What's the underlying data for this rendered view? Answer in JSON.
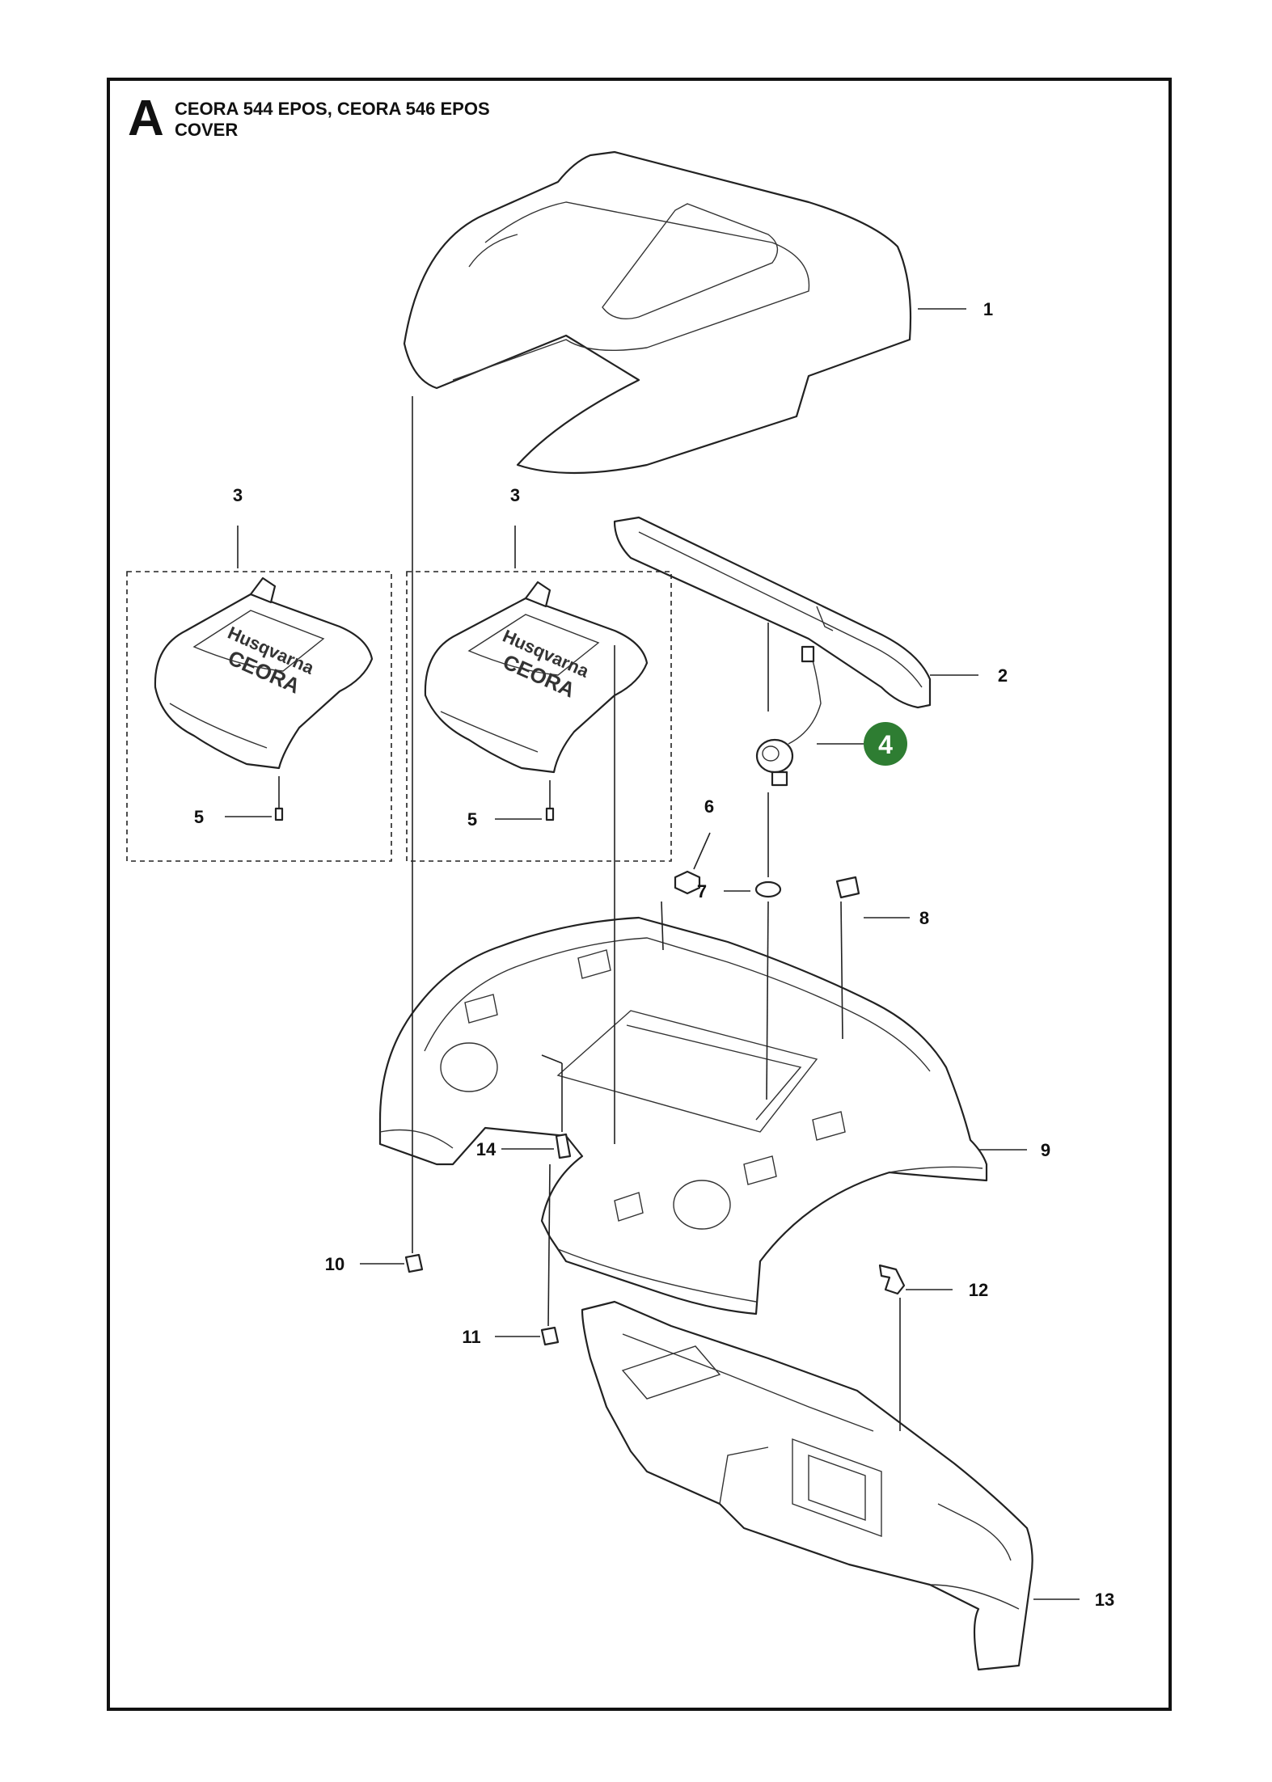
{
  "header": {
    "section": "A",
    "title": "CEORA 544 EPOS, CEORA 546 EPOS",
    "subtitle": "COVER"
  },
  "parts": {
    "p1": "1",
    "p2": "2",
    "p3a": "3",
    "p3b": "3",
    "p4": "4",
    "p5a": "5",
    "p5b": "5",
    "p6": "6",
    "p7": "7",
    "p8": "8",
    "p9": "9",
    "p10": "10",
    "p11": "11",
    "p12": "12",
    "p13": "13",
    "p14": "14"
  },
  "highlight": {
    "part": "4",
    "color": "#2e7d32"
  },
  "logos": {
    "brand": "Husqvarna",
    "model": "CEORA"
  }
}
